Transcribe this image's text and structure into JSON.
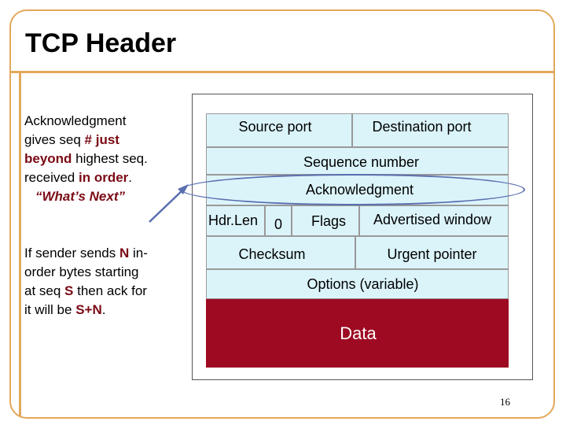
{
  "slide": {
    "title": "TCP Header",
    "page_number": "16"
  },
  "notes": {
    "n1_a": "Acknowledgment gives seq ",
    "n1_b": "# just beyond",
    "n1_c": " highest seq. received ",
    "n1_d": "in order",
    "n1_e": ".",
    "n1_quote": "“What’s Next”",
    "n2_a": "If sender sends ",
    "n2_b": "N",
    "n2_c": " in-order bytes starting at seq ",
    "n2_d": "S",
    "n2_e": " then ack for it will be ",
    "n2_f": "S+N",
    "n2_g": "."
  },
  "header_fields": {
    "source_port": "Source port",
    "destination_port": "Destination port",
    "sequence_number": "Sequence number",
    "acknowledgment": "Acknowledgment",
    "hdr_len": "Hdr.Len",
    "zero": "0",
    "flags": "Flags",
    "advertised_window": "Advertised window",
    "checksum": "Checksum",
    "urgent_pointer": "Urgent pointer",
    "options": "Options (variable)",
    "data": "Data"
  },
  "colors": {
    "field_fill": "#dbf4fa",
    "data_fill": "#9e0a22",
    "frame": "#e3a85a",
    "oval": "#5a6fb0",
    "highlight_text": "#7a0a14"
  }
}
